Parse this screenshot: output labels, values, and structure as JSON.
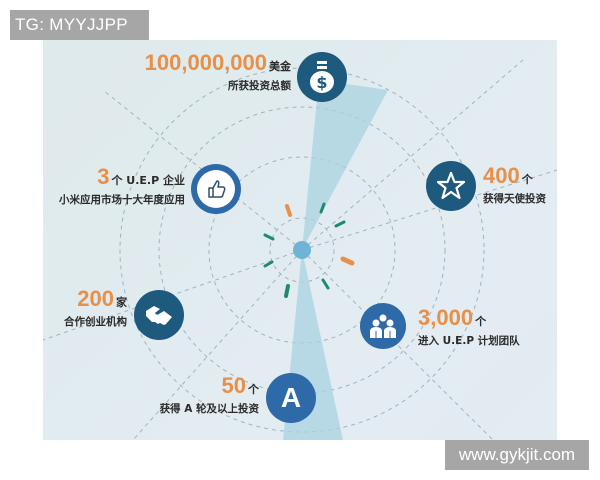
{
  "watermarks": {
    "top_left": "TG: MYYJJPP",
    "bottom_right": "www.gykjit.com"
  },
  "colors": {
    "accent_orange": "#e88f48",
    "dark_blue": "#1e5a7e",
    "mid_blue": "#2f6aa8",
    "beam": "#a8d3e0",
    "center_dot": "#6fb3d6",
    "tick_green": "#1e8a6e",
    "tick_orange": "#e88f48",
    "panel_bg": "#e0ebee"
  },
  "stats": [
    {
      "id": "investment",
      "value": "100,000,000",
      "unit": "美金",
      "caption": "所获投资总额",
      "icon": "money-bag-icon"
    },
    {
      "id": "angel",
      "value": "400",
      "unit": "个",
      "caption": "获得天使投资",
      "icon": "star-icon"
    },
    {
      "id": "top-apps",
      "value": "3",
      "unit": "个 U.E.P 企业",
      "caption": "小米应用市场十大年度应用",
      "icon": "thumbs-up-icon"
    },
    {
      "id": "partners",
      "value": "200",
      "unit": "家",
      "caption": "合作创业机构",
      "icon": "handshake-icon"
    },
    {
      "id": "teams",
      "value": "3,000",
      "unit": "个",
      "caption": "进入 U.E.P 计划团队",
      "icon": "team-icon"
    },
    {
      "id": "series-a",
      "value": "50",
      "unit": "个",
      "caption": "获得 A 轮及以上投资",
      "icon": "letter-a-icon",
      "icon_text": "A"
    }
  ]
}
